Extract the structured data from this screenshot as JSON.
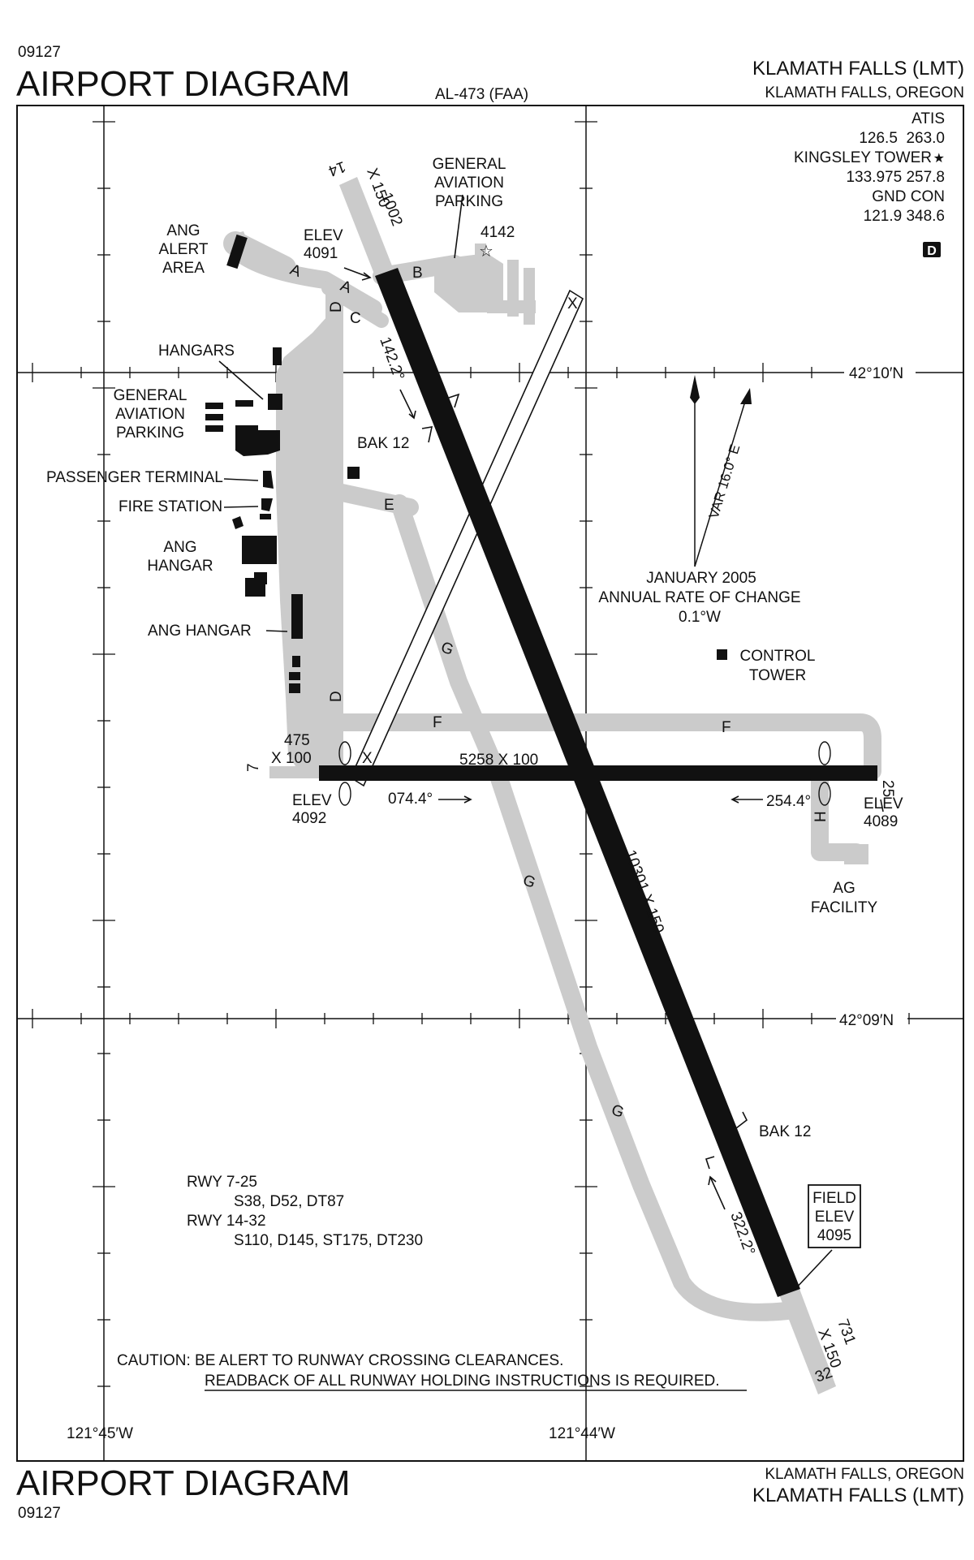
{
  "header": {
    "chart_id": "09127",
    "title": "AIRPORT DIAGRAM",
    "chart_number": "AL-473 (FAA)",
    "airport_name": "KLAMATH FALLS (LMT)",
    "city_state": "KLAMATH FALLS, OREGON"
  },
  "footer": {
    "title": "AIRPORT DIAGRAM",
    "chart_id": "09127",
    "city_state": "KLAMATH FALLS, OREGON",
    "airport_name": "KLAMATH FALLS (LMT)"
  },
  "frequencies": {
    "atis_label": "ATIS",
    "atis": "126.5  263.0",
    "tower_label": "KINGSLEY TOWER",
    "tower": "133.975  257.8",
    "gnd_label": "GND CON",
    "gnd": "121.9  348.6",
    "dgps_badge": "D"
  },
  "coordinates": {
    "lat_north": "42°10′N",
    "lat_south": "42°09′N",
    "lon_west": "121°45′W",
    "lon_east": "121°44′W"
  },
  "magnetic": {
    "var": "VAR 16.0° E",
    "date": "JANUARY 2005",
    "annual_label": "ANNUAL RATE OF CHANGE",
    "annual_value": "0.1°W"
  },
  "runways": {
    "rwy14_32": {
      "end14": "14",
      "end32": "32",
      "dims": "10301 X 150",
      "heading14": "142.2°",
      "heading32": "322.2°",
      "ext14": "1002",
      "ext14_w": "X 150",
      "ext32": "731",
      "ext32_w": "X 150",
      "bak_north": "BAK 12",
      "bak_south": "BAK 12"
    },
    "rwy7_25": {
      "end7": "7",
      "end25": "25",
      "dims": "5258 X 100",
      "heading7": "074.4°",
      "heading25": "254.4°",
      "ext7": "475",
      "ext7_w": "X 100"
    },
    "closed_mark": "X"
  },
  "elevations": {
    "elev_label": "ELEV",
    "elev14": "4091",
    "elev7": "4092",
    "elev25": "4089",
    "obstacle": "4142",
    "field_label_1": "FIELD",
    "field_label_2": "ELEV",
    "field": "4095"
  },
  "taxiways": {
    "A": "A",
    "B": "B",
    "C": "C",
    "D": "D",
    "E": "E",
    "F": "F",
    "G": "G",
    "H": "H"
  },
  "labels": {
    "ga_parking_north_1": "GENERAL",
    "ga_parking_north_2": "AVIATION",
    "ga_parking_north_3": "PARKING",
    "ang_alert_1": "ANG",
    "ang_alert_2": "ALERT",
    "ang_alert_3": "AREA",
    "hangars": "HANGARS",
    "ga_parking_west_1": "GENERAL",
    "ga_parking_west_2": "AVIATION",
    "ga_parking_west_3": "PARKING",
    "passenger_terminal": "PASSENGER TERMINAL",
    "fire_station": "FIRE STATION",
    "ang_hangar_1a": "ANG",
    "ang_hangar_1b": "HANGAR",
    "ang_hangar_2": "ANG HANGAR",
    "control_tower_1": "CONTROL",
    "control_tower_2": "TOWER",
    "ag_facility_1": "AG",
    "ag_facility_2": "FACILITY"
  },
  "strength": {
    "rwy7_25": "RWY 7-25",
    "rwy7_25_values": "S38, D52, DT87",
    "rwy14_32": "RWY 14-32",
    "rwy14_32_values": "S110, D145, ST175, DT230"
  },
  "caution": {
    "line1": "CAUTION: BE ALERT TO RUNWAY CROSSING CLEARANCES.",
    "line2": "READBACK OF ALL RUNWAY HOLDING INSTRUCTIONS IS REQUIRED."
  }
}
